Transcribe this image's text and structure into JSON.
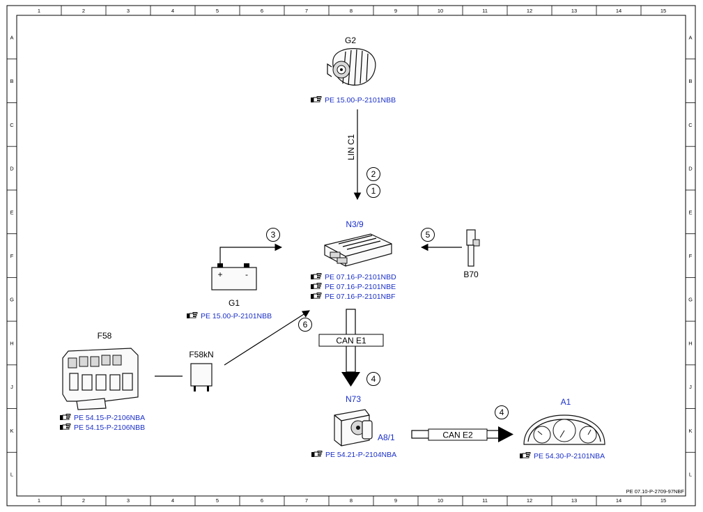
{
  "grid": {
    "columns": [
      "1",
      "2",
      "3",
      "4",
      "5",
      "6",
      "7",
      "8",
      "9",
      "10",
      "11",
      "12",
      "13",
      "14",
      "15"
    ],
    "rows": [
      "A",
      "B",
      "C",
      "D",
      "E",
      "F",
      "G",
      "H",
      "J",
      "K",
      "L"
    ]
  },
  "components": {
    "g2": {
      "label": "G2",
      "refs": [
        "PE 15.00-P-2101NBB"
      ]
    },
    "n3_9": {
      "label": "N3/9",
      "refs": [
        "PE 07.16-P-2101NBD",
        "PE 07.16-P-2101NBE",
        "PE 07.16-P-2101NBF"
      ]
    },
    "b70": {
      "label": "B70"
    },
    "g1": {
      "label": "G1",
      "refs": [
        "PE 15.00-P-2101NBB"
      ],
      "plus": "+",
      "minus": "-"
    },
    "f58": {
      "label": "F58",
      "refs": [
        "PE 54.15-P-2106NBA",
        "PE 54.15-P-2106NBB"
      ]
    },
    "f58kn": {
      "label": "F58kN"
    },
    "n73": {
      "label": "N73",
      "sub_label": "A8/1",
      "refs": [
        "PE 54.21-P-2104NBA"
      ]
    },
    "a1": {
      "label": "A1",
      "refs": [
        "PE 54.30-P-2101NBA"
      ]
    }
  },
  "buses": {
    "lin": "LIN C1",
    "can_e1": "CAN E1",
    "can_e2": "CAN E2"
  },
  "markers": {
    "m1": "1",
    "m2": "2",
    "m3": "3",
    "m4a": "4",
    "m4b": "4",
    "m5": "5",
    "m6": "6"
  },
  "doc_code": "PE 07.10-P-2709-97NBF",
  "icons": {
    "reference": "pointing-hand-icon"
  },
  "colors": {
    "reference_blue": "#1a2fc8"
  }
}
